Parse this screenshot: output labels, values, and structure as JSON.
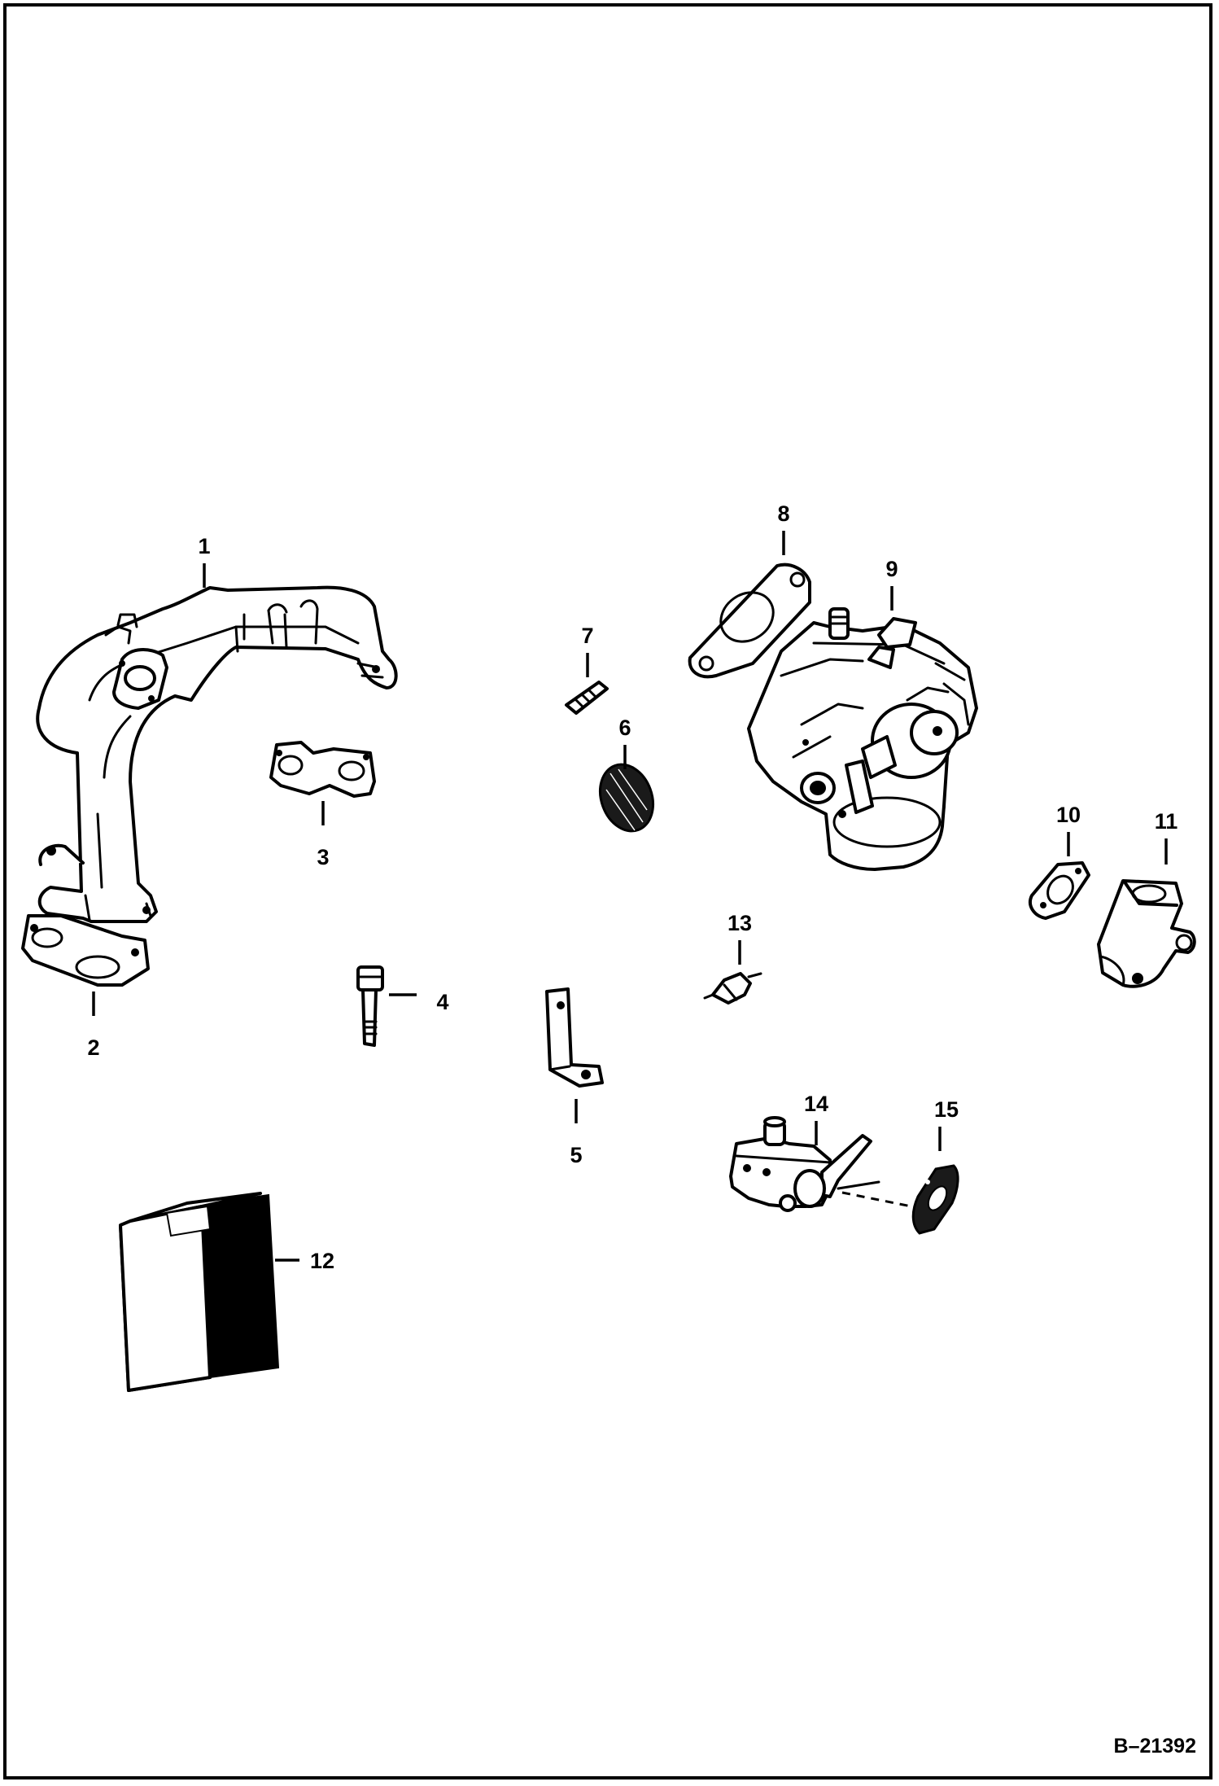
{
  "diagram": {
    "reference_code": "B–21392",
    "callouts": [
      {
        "id": "1",
        "label": "1"
      },
      {
        "id": "2",
        "label": "2"
      },
      {
        "id": "3",
        "label": "3"
      },
      {
        "id": "4",
        "label": "4"
      },
      {
        "id": "5",
        "label": "5"
      },
      {
        "id": "6",
        "label": "6"
      },
      {
        "id": "7",
        "label": "7"
      },
      {
        "id": "8",
        "label": "8"
      },
      {
        "id": "9",
        "label": "9"
      },
      {
        "id": "10",
        "label": "10"
      },
      {
        "id": "11",
        "label": "11"
      },
      {
        "id": "12",
        "label": "12"
      },
      {
        "id": "13",
        "label": "13"
      },
      {
        "id": "14",
        "label": "14"
      },
      {
        "id": "15",
        "label": "15"
      }
    ],
    "colors": {
      "line": "#000000",
      "background": "#ffffff"
    }
  }
}
